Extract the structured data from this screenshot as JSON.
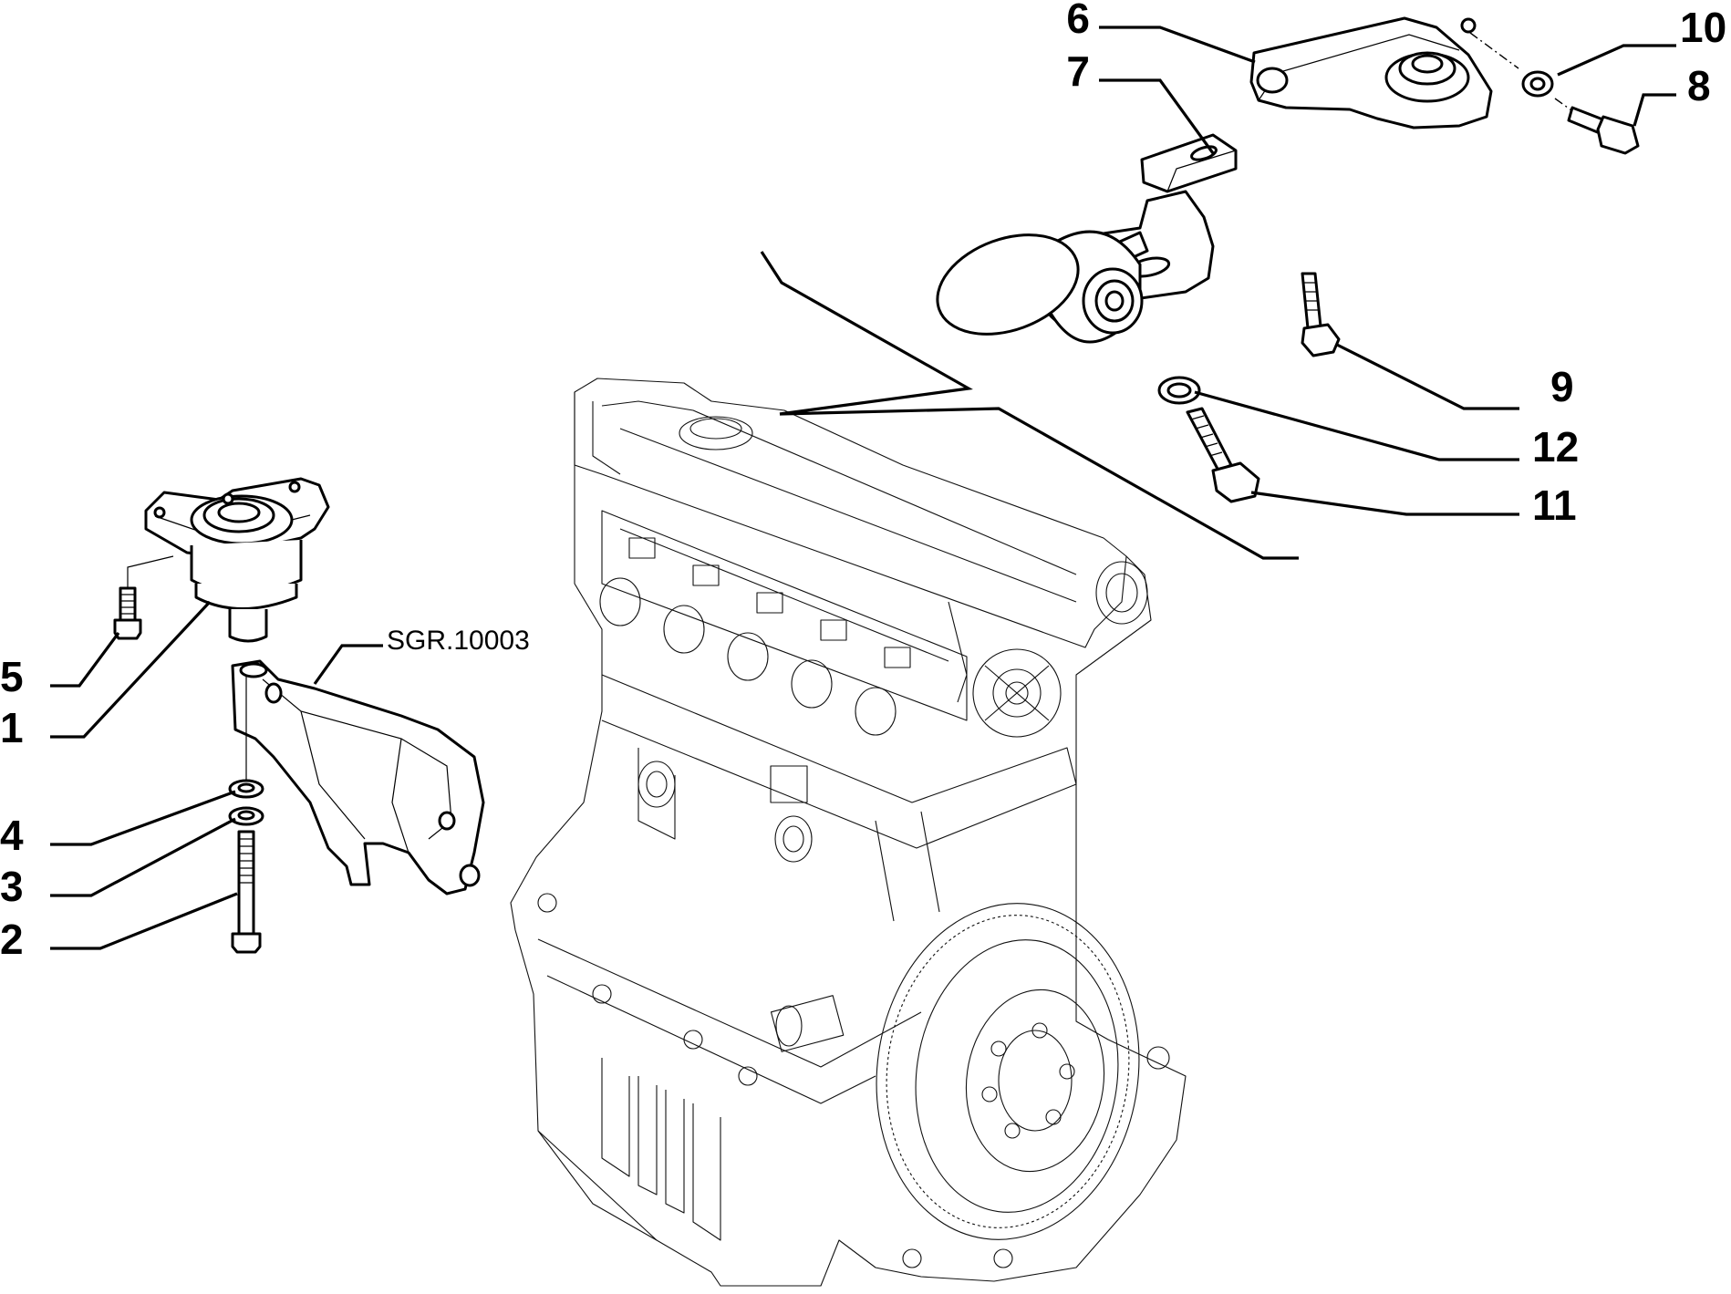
{
  "diagram": {
    "reference_code": "SGR.10003",
    "callouts": [
      {
        "id": "c5",
        "label": "5"
      },
      {
        "id": "c1",
        "label": "1"
      },
      {
        "id": "c4",
        "label": "4"
      },
      {
        "id": "c3",
        "label": "3"
      },
      {
        "id": "c2",
        "label": "2"
      },
      {
        "id": "c6",
        "label": "6"
      },
      {
        "id": "c7",
        "label": "7"
      },
      {
        "id": "c10",
        "label": "10"
      },
      {
        "id": "c8",
        "label": "8"
      },
      {
        "id": "c9",
        "label": "9"
      },
      {
        "id": "c12",
        "label": "12"
      },
      {
        "id": "c11",
        "label": "11"
      }
    ]
  }
}
